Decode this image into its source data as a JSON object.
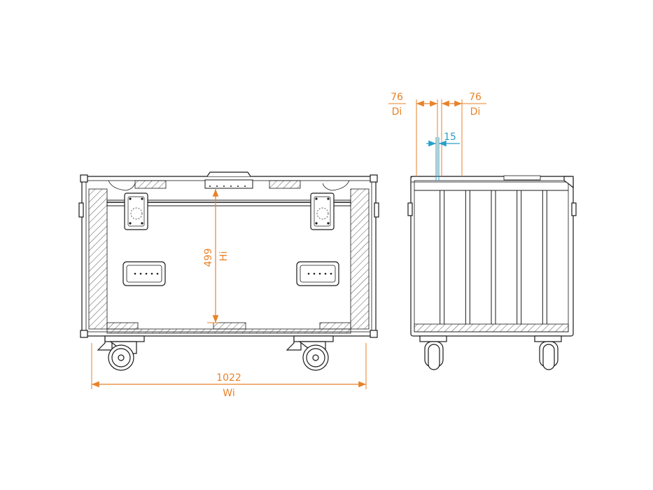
{
  "colors": {
    "dimension": "#e8822a",
    "detail_dimension": "#2aa0c8",
    "outline": "#1a1a1a",
    "hatch": "#555555",
    "handle_fill": "#f0f0f0"
  },
  "front_view": {
    "width_value": "1022",
    "width_label": "Wi",
    "height_value": "499",
    "height_label": "Hi",
    "handle_dots": 5
  },
  "side_view": {
    "left_depth_value": "76",
    "left_depth_label": "Di",
    "right_depth_value": "76",
    "right_depth_label": "Di",
    "gap_value": "15",
    "divider_count": 6
  }
}
